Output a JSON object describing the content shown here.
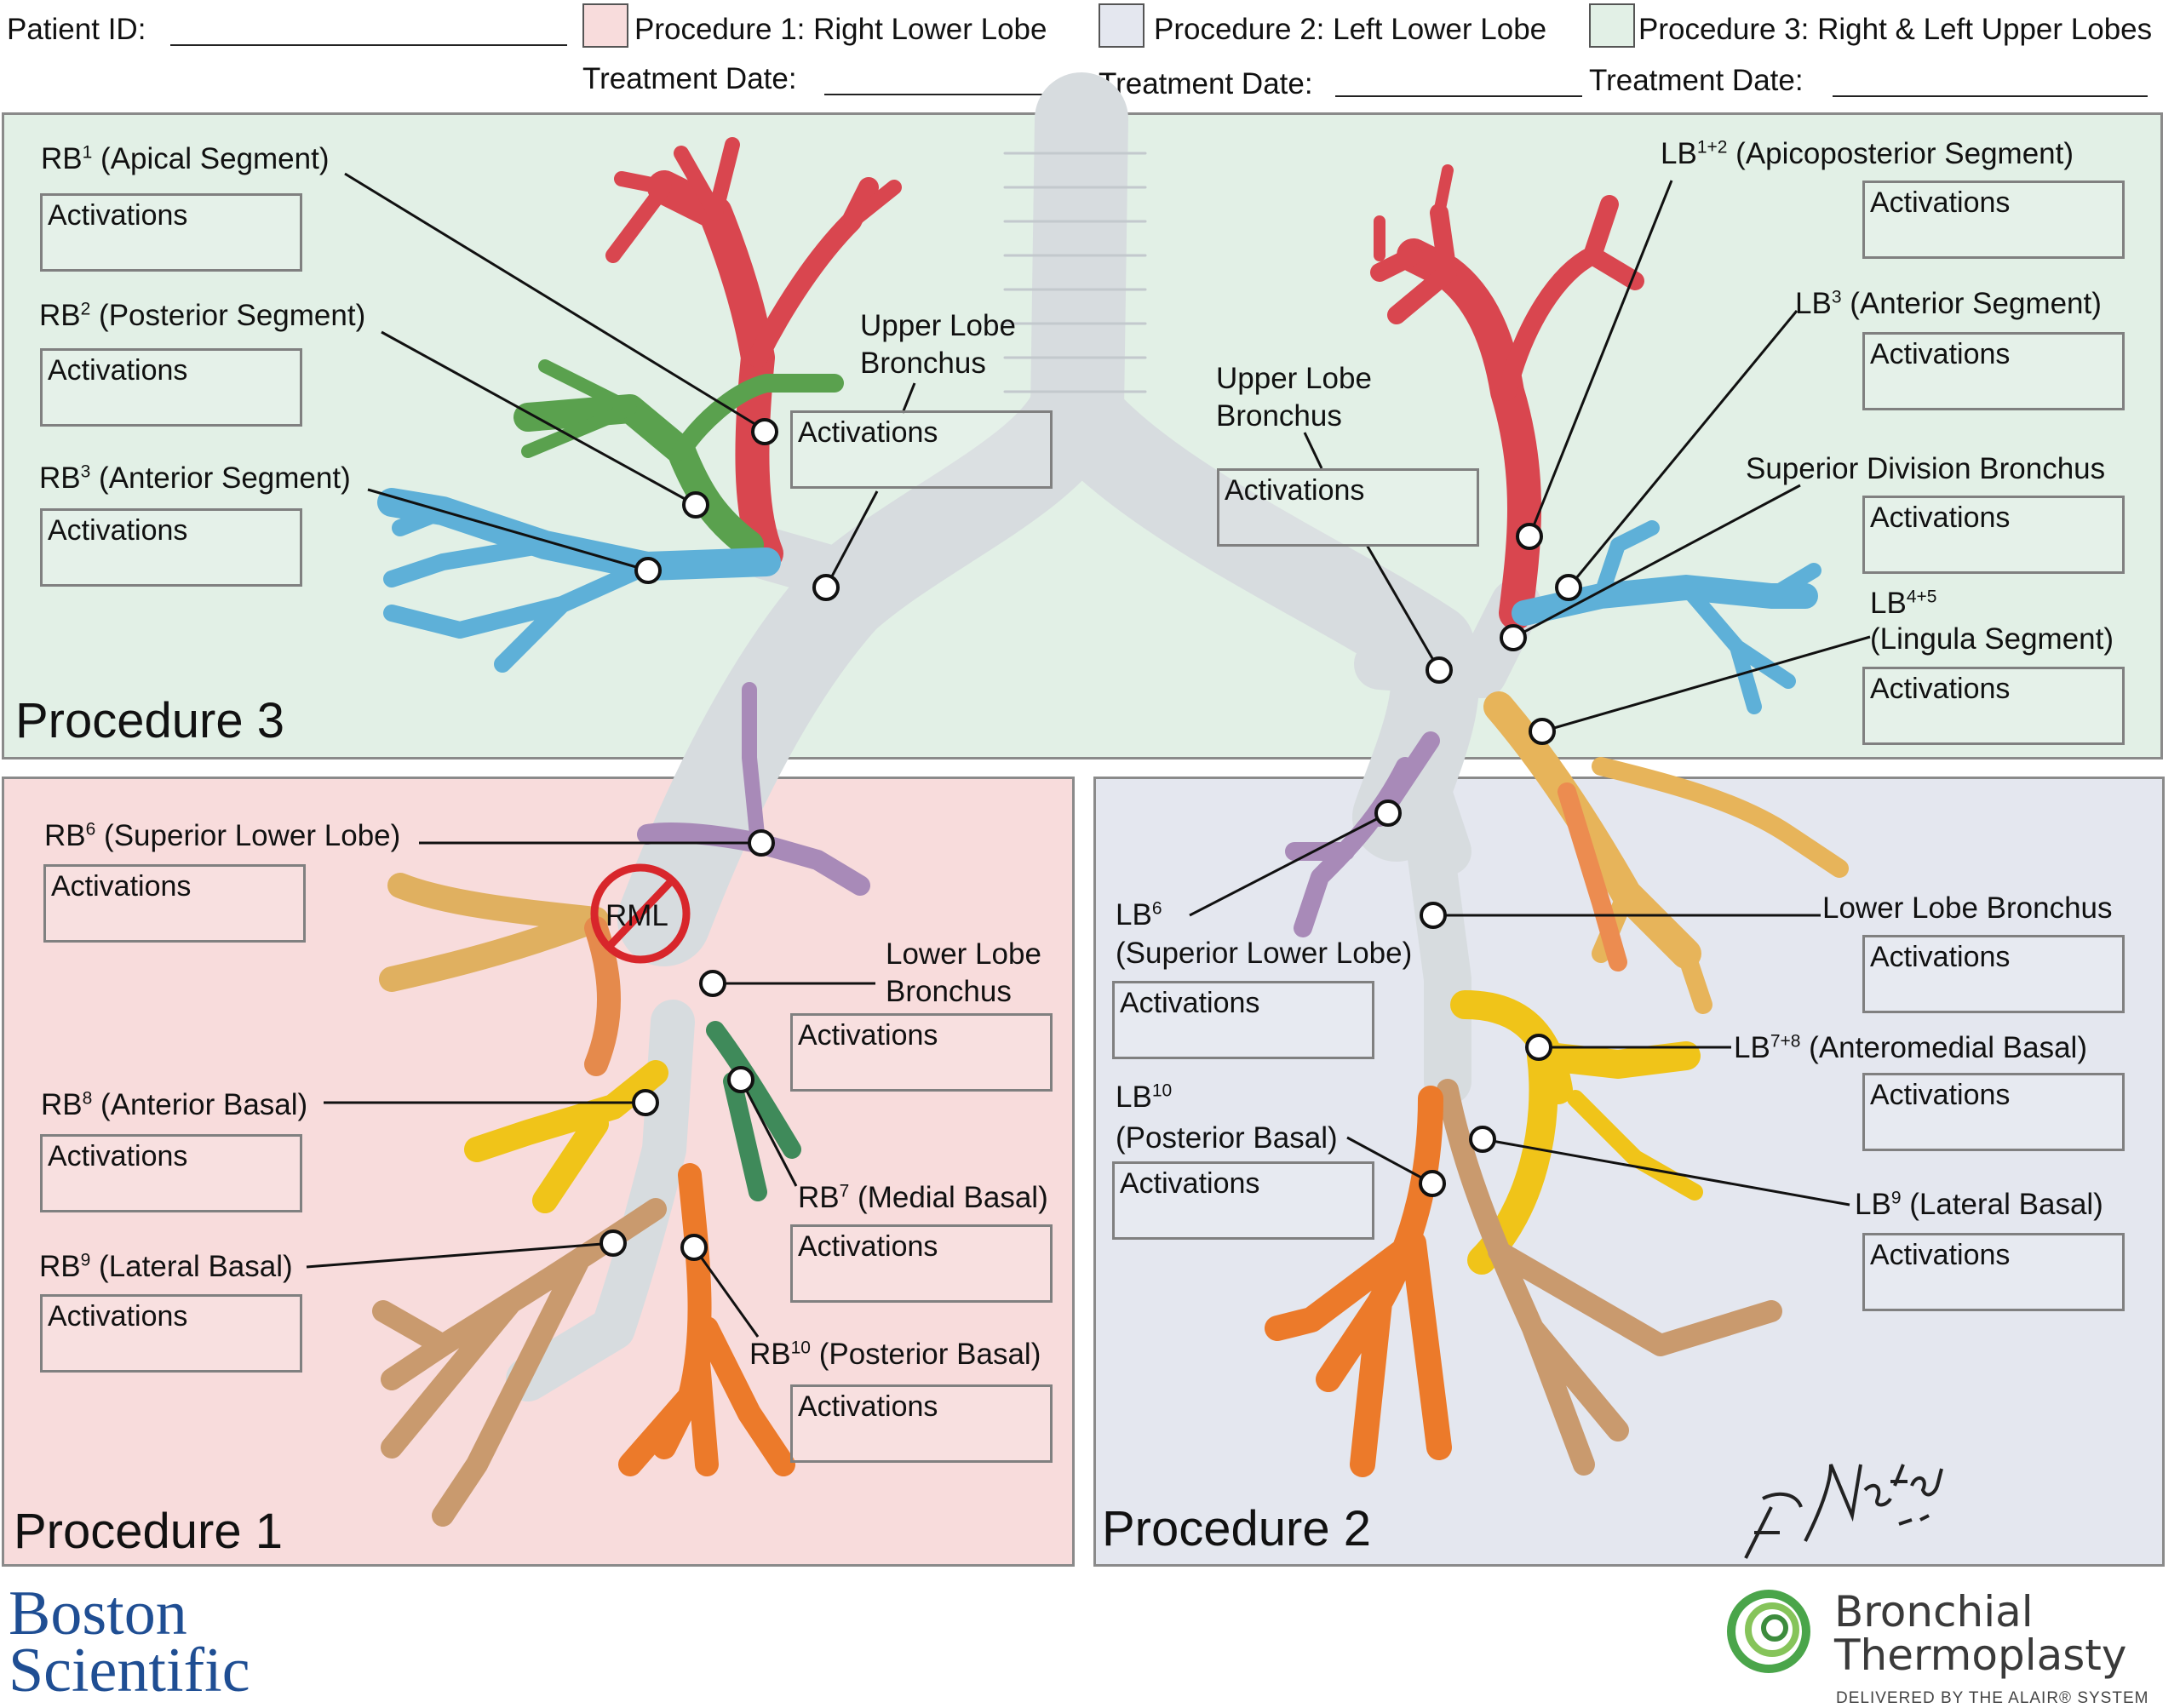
{
  "header": {
    "patient_id_label": "Patient ID:",
    "treatment_date_label": "Treatment Date:",
    "legend": [
      {
        "label": "Procedure 1: Right Lower Lobe",
        "color": "#f8dcdc"
      },
      {
        "label": "Procedure 2: Left Lower Lobe",
        "color": "#e4e7ef"
      },
      {
        "label": "Procedure 3: Right & Left Upper Lobes",
        "color": "#e2f0e6"
      }
    ]
  },
  "panels": {
    "procedure3": {
      "label": "Procedure 3",
      "color": "#e2f0e6"
    },
    "procedure1": {
      "label": "Procedure 1",
      "color": "#f8dcdc"
    },
    "procedure2": {
      "label": "Procedure 2",
      "color": "#e4e7ef"
    }
  },
  "activations_label": "Activations",
  "segments": {
    "rb1": {
      "code": "RB",
      "sup": "1",
      "name": "(Apical Segment)"
    },
    "rb2": {
      "code": "RB",
      "sup": "2",
      "name": "(Posterior Segment)"
    },
    "rb3": {
      "code": "RB",
      "sup": "3",
      "name": "(Anterior Segment)"
    },
    "rul_bronchus": {
      "line1": "Upper Lobe",
      "line2": "Bronchus"
    },
    "lul_bronchus": {
      "line1": "Upper Lobe",
      "line2": "Bronchus"
    },
    "lb12": {
      "code": "LB",
      "sup": "1+2",
      "name": "(Apicoposterior Segment)"
    },
    "lb3": {
      "code": "LB",
      "sup": "3",
      "name": "(Anterior Segment)"
    },
    "sup_div": {
      "name": "Superior Division Bronchus"
    },
    "lb45": {
      "code": "LB",
      "sup": "4+5",
      "name": "(Lingula Segment)"
    },
    "rb6": {
      "code": "RB",
      "sup": "6",
      "name": "(Superior Lower Lobe)"
    },
    "rml": {
      "name": "RML"
    },
    "rll_bronchus": {
      "line1": "Lower Lobe",
      "line2": "Bronchus"
    },
    "rb8": {
      "code": "RB",
      "sup": "8",
      "name": "(Anterior Basal)"
    },
    "rb7": {
      "code": "RB",
      "sup": "7",
      "name": "(Medial Basal)"
    },
    "rb9": {
      "code": "RB",
      "sup": "9",
      "name": "(Lateral Basal)"
    },
    "rb10": {
      "code": "RB",
      "sup": "10",
      "name": "(Posterior Basal)"
    },
    "lb6": {
      "code": "LB",
      "sup": "6",
      "name": "(Superior Lower Lobe)"
    },
    "lll_bronchus": {
      "name": "Lower Lobe Bronchus"
    },
    "lb78": {
      "code": "LB",
      "sup": "7+8",
      "name": "(Anteromedial Basal)"
    },
    "lb10": {
      "code": "LB",
      "sup": "10",
      "name": "(Posterior Basal)"
    },
    "lb9": {
      "code": "LB",
      "sup": "9",
      "name": "(Lateral Basal)"
    }
  },
  "branch_colors": {
    "apical": "#d9464f",
    "posterior": "#5aa14e",
    "anterior": "#5eb0d8",
    "superior_lower": "#a88ab8",
    "middle_lobe": "#e0b060",
    "anterior_basal": "#f0c419",
    "medial_basal": "#3f8a5a",
    "lateral_basal": "#c99a6e",
    "posterior_basal": "#ec7a2a",
    "lingula": "#e7b45a",
    "trachea": "#e6e9ec"
  },
  "footer": {
    "left_logo": {
      "line1": "Boston",
      "line2": "Scientific"
    },
    "right_logo": {
      "line1": "Bronchial",
      "line2": "Thermoplasty",
      "tagline": "DELIVERED BY THE ALAIR® SYSTEM"
    },
    "signature": "F. Netter M.D."
  }
}
